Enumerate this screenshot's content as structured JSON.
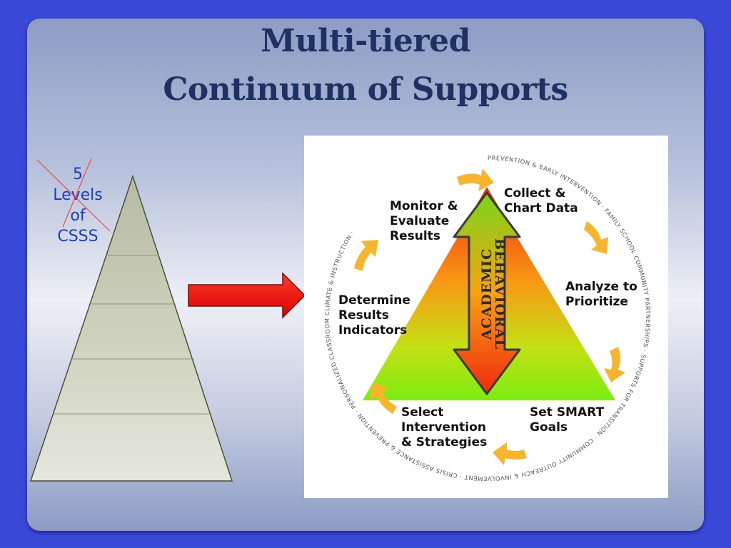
{
  "slide": {
    "title_line1": "Multi-tiered",
    "title_line2": "Continuum of Supports"
  },
  "levels_label": {
    "line1": "5",
    "line2": "Levels",
    "line3": "of",
    "line4": "CSSS"
  },
  "cycle": {
    "steps": [
      {
        "line1": "Collect &",
        "line2": "Chart Data"
      },
      {
        "line1": "Analyze to",
        "line2": "Prioritize"
      },
      {
        "line1": "Set SMART",
        "line2": "Goals"
      },
      {
        "line1": "Select",
        "line2": "Intervention",
        "line3": "& Strategies"
      },
      {
        "line1": "Determine",
        "line2": "Results",
        "line3": "Indicators"
      },
      {
        "line1": "Monitor &",
        "line2": "Evaluate",
        "line3": "Results"
      }
    ],
    "arrow_labels": {
      "left": "ACADEMIC",
      "right": "BEHAVIORAL"
    },
    "ring_text": "PREVENTION & EARLY INTERVENTION · FAMILY SCHOOL COMMUNITY PARTNERSHIPS · SUPPORTS FOR TRANSITION · COMMUNITY OUTREACH & INVOLVEMENT · CRISIS ASSISTANCE & PREVENTION · PERSONALIZED CLASSROOM CLIMATE & INSTRUCTION ·"
  },
  "colors": {
    "background": "#3a48d8",
    "title": "#1f3063",
    "levels_text": "#1b3fb6",
    "strike": "#e84a4a",
    "pointer_arrow": "#ee1111",
    "cycle_arrow": "#f6b52d",
    "triangle_top": "#f02a10",
    "triangle_bottom": "#7cec12"
  }
}
